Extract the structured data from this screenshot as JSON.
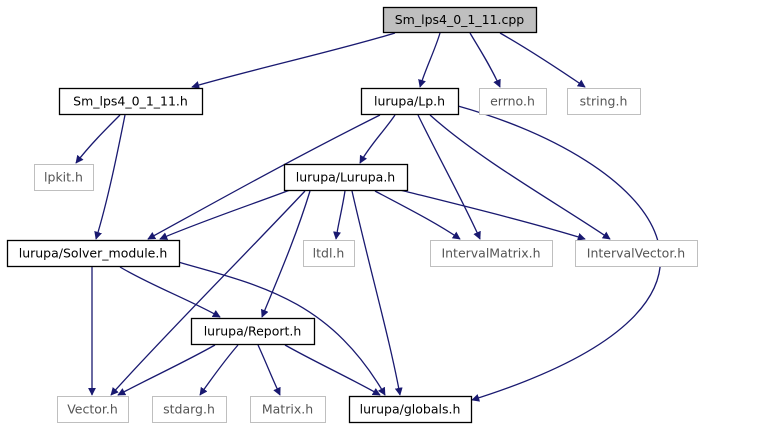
{
  "graph": {
    "colors": {
      "edge": "#191970",
      "node_border": "#000000",
      "external_border": "#bfbfbf",
      "root_fill": "#bfbfbf",
      "node_fill": "#ffffff"
    },
    "nodes": {
      "root": {
        "label": "Sm_lps4_0_1_11.cpp",
        "kind": "root"
      },
      "sm_h": {
        "label": "Sm_lps4_0_1_11.h",
        "kind": "local"
      },
      "lp_h": {
        "label": "lurupa/Lp.h",
        "kind": "local"
      },
      "errno_h": {
        "label": "errno.h",
        "kind": "external"
      },
      "string_h": {
        "label": "string.h",
        "kind": "external"
      },
      "lpkit_h": {
        "label": "lpkit.h",
        "kind": "external"
      },
      "lurupa_h": {
        "label": "lurupa/Lurupa.h",
        "kind": "local"
      },
      "solver_h": {
        "label": "lurupa/Solver_module.h",
        "kind": "local"
      },
      "ltdl_h": {
        "label": "ltdl.h",
        "kind": "external"
      },
      "imatrix_h": {
        "label": "IntervalMatrix.h",
        "kind": "external"
      },
      "ivector_h": {
        "label": "IntervalVector.h",
        "kind": "external"
      },
      "report_h": {
        "label": "lurupa/Report.h",
        "kind": "local"
      },
      "vector_h": {
        "label": "Vector.h",
        "kind": "external"
      },
      "stdarg_h": {
        "label": "stdarg.h",
        "kind": "external"
      },
      "matrix_h": {
        "label": "Matrix.h",
        "kind": "external"
      },
      "globals_h": {
        "label": "lurupa/globals.h",
        "kind": "local"
      }
    },
    "edges": [
      [
        "root",
        "sm_h"
      ],
      [
        "root",
        "lp_h"
      ],
      [
        "root",
        "errno_h"
      ],
      [
        "root",
        "string_h"
      ],
      [
        "sm_h",
        "lpkit_h"
      ],
      [
        "sm_h",
        "solver_h"
      ],
      [
        "lp_h",
        "lurupa_h"
      ],
      [
        "lp_h",
        "solver_h"
      ],
      [
        "lp_h",
        "imatrix_h"
      ],
      [
        "lp_h",
        "ivector_h"
      ],
      [
        "lp_h",
        "globals_h"
      ],
      [
        "lurupa_h",
        "solver_h"
      ],
      [
        "lurupa_h",
        "ltdl_h"
      ],
      [
        "lurupa_h",
        "imatrix_h"
      ],
      [
        "lurupa_h",
        "ivector_h"
      ],
      [
        "lurupa_h",
        "report_h"
      ],
      [
        "lurupa_h",
        "vector_h"
      ],
      [
        "lurupa_h",
        "globals_h"
      ],
      [
        "solver_h",
        "report_h"
      ],
      [
        "solver_h",
        "vector_h"
      ],
      [
        "solver_h",
        "globals_h"
      ],
      [
        "report_h",
        "vector_h"
      ],
      [
        "report_h",
        "stdarg_h"
      ],
      [
        "report_h",
        "matrix_h"
      ],
      [
        "report_h",
        "globals_h"
      ]
    ]
  }
}
